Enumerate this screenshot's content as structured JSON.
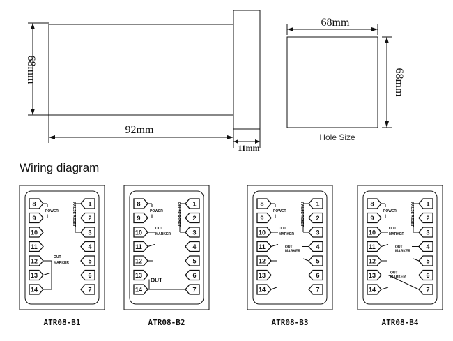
{
  "dimensions": {
    "front_height": "68mm",
    "front_length": "92mm",
    "front_depth": "11mm",
    "hole_width": "68mm",
    "hole_height": "68mm",
    "hole_caption": "Hole Size"
  },
  "wiring_title": "Wiring diagram",
  "terminal_labels": {
    "power": "POWER",
    "pause_reset": "PAUSE RESET",
    "out": "OUT",
    "marker": "MARKER"
  },
  "models": [
    {
      "name": "ATR08-B1",
      "left_terminals": [
        "8",
        "9",
        "10",
        "11",
        "12",
        "13",
        "14"
      ],
      "right_terminals": [
        "1",
        "2",
        "3",
        "4",
        "5",
        "6",
        "7"
      ]
    },
    {
      "name": "ATR08-B2",
      "left_terminals": [
        "8",
        "9",
        "10",
        "11",
        "12",
        "13",
        "14"
      ],
      "right_terminals": [
        "1",
        "2",
        "3",
        "4",
        "5",
        "6",
        "7"
      ]
    },
    {
      "name": "ATR08-B3",
      "left_terminals": [
        "8",
        "9",
        "10",
        "11",
        "12",
        "13",
        "14"
      ],
      "right_terminals": [
        "1",
        "2",
        "3",
        "4",
        "5",
        "6",
        "7"
      ]
    },
    {
      "name": "ATR08-B4",
      "left_terminals": [
        "8",
        "9",
        "10",
        "11",
        "12",
        "13",
        "14"
      ],
      "right_terminals": [
        "1",
        "2",
        "3",
        "4",
        "5",
        "6",
        "7"
      ]
    }
  ]
}
